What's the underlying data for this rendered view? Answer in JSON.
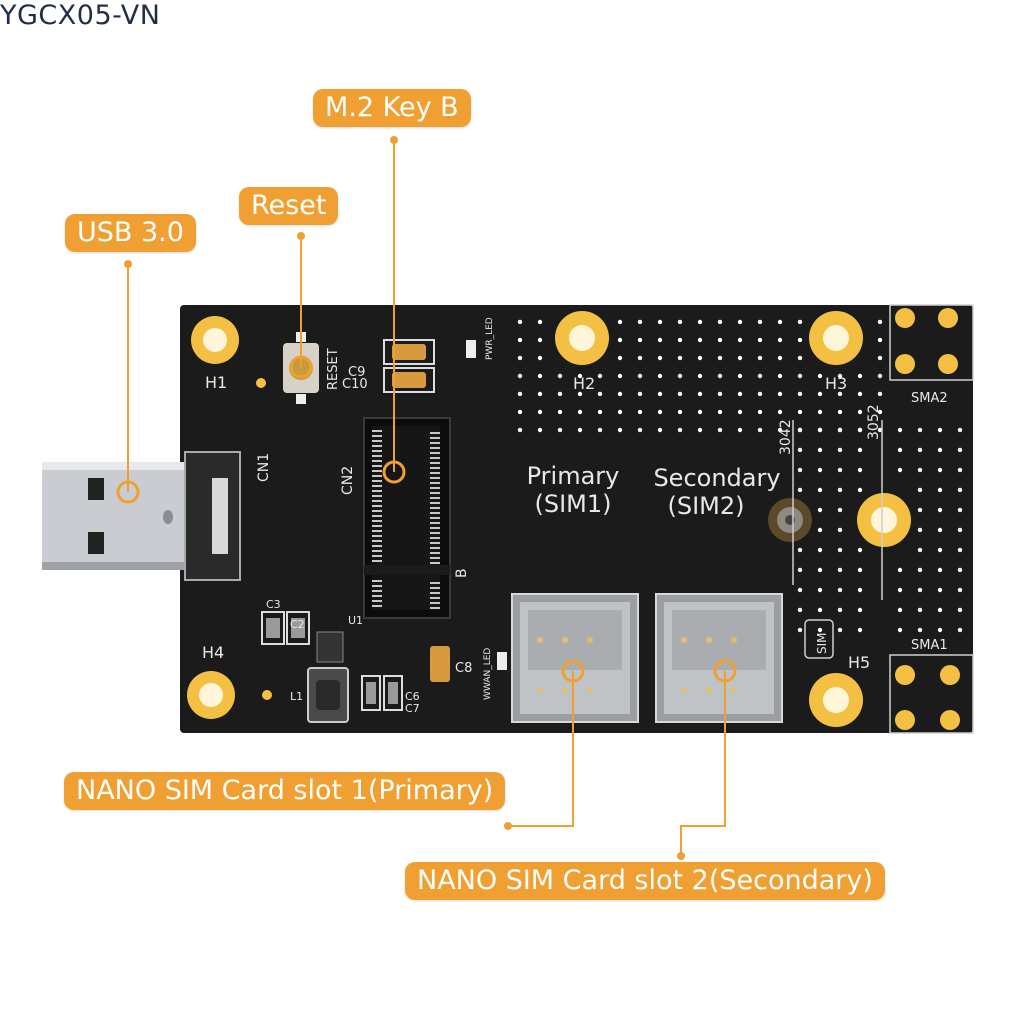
{
  "model_code": "YGCX05-VN",
  "callouts": {
    "m2": "M.2 Key B",
    "reset": "Reset",
    "usb": "USB 3.0",
    "sim1": "NANO SIM Card slot 1(Primary)",
    "sim2": "NANO SIM Card slot 2(Secondary)"
  },
  "silkscreen": {
    "h1": "H1",
    "h2": "H2",
    "h3": "H3",
    "h4": "H4",
    "h5": "H5",
    "sma1": "SMA1",
    "sma2": "SMA2",
    "cn1": "CN1",
    "cn2": "CN2",
    "reset": "RESET",
    "c9": "C9",
    "c10": "C10",
    "c8": "C8",
    "c3": "C3",
    "c2": "C2",
    "c6": "C6",
    "c7": "C7",
    "l1": "L1",
    "u1": "U1",
    "pwr_led": "PWR_LED",
    "wwan_led": "WWAN_LED",
    "primary": "Primary",
    "sim1": "(SIM1)",
    "secondary": "Secondary",
    "sim2": "(SIM2)",
    "size3042": "3042",
    "size3052": "3052",
    "sim_mark": "SIM",
    "key_b": "B"
  },
  "colors": {
    "accent": "#f0a032",
    "board": "#1b1b1b",
    "gold": "#f3c044",
    "model_text": "#1f2f48"
  }
}
